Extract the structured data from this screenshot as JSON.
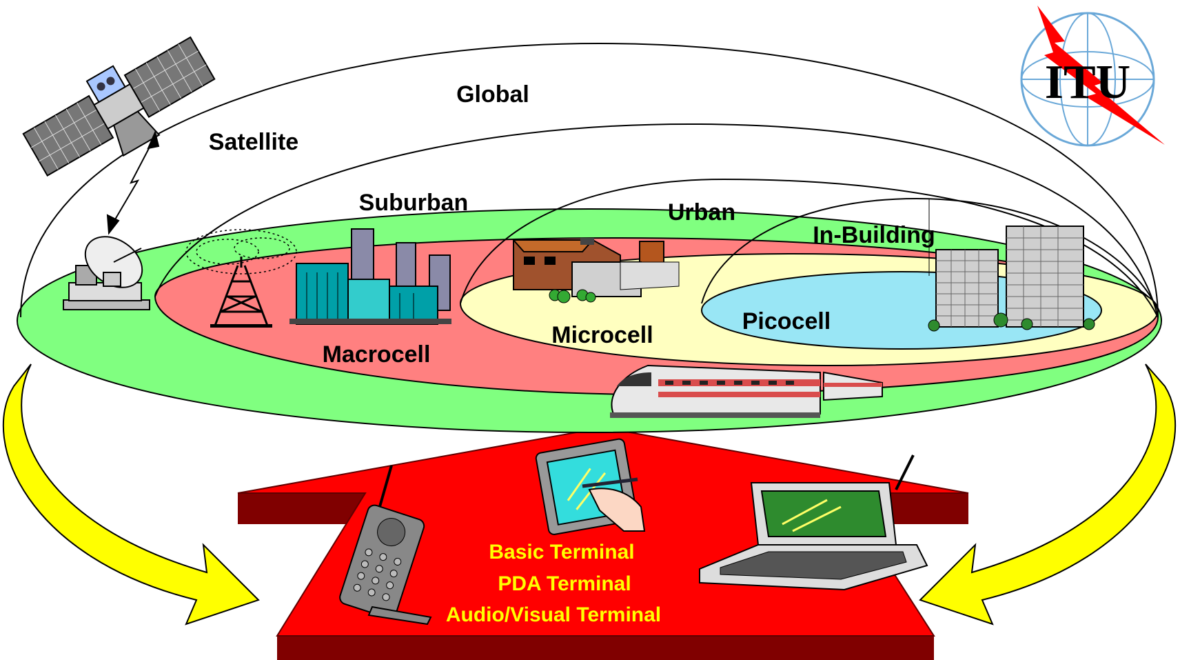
{
  "zones": {
    "global": "Global",
    "satellite": "Satellite",
    "suburban": "Suburban",
    "urban": "Urban",
    "in_building": "In-Building"
  },
  "cells": {
    "macrocell": "Macrocell",
    "microcell": "Microcell",
    "picocell": "Picocell"
  },
  "terminals": [
    "Basic Terminal",
    "PDA Terminal",
    "Audio/Visual Terminal"
  ],
  "logo": {
    "text": "ITU"
  },
  "colors": {
    "global_ellipse": "#80ff80",
    "macrocell": "#ff8080",
    "microcell": "#ffffc0",
    "picocell": "#99e6f5",
    "platform": "#ff0000",
    "platform_shadow": "#800000",
    "arrow": "#ffff00",
    "terminal_text": "#ffff00"
  },
  "icons": [
    "satellite-icon",
    "earth-station-icon",
    "cell-tower-icon",
    "factory-icon",
    "house-icon",
    "office-buildings-icon",
    "train-icon",
    "mobile-phone-icon",
    "pda-icon",
    "laptop-icon",
    "itu-logo-icon"
  ]
}
